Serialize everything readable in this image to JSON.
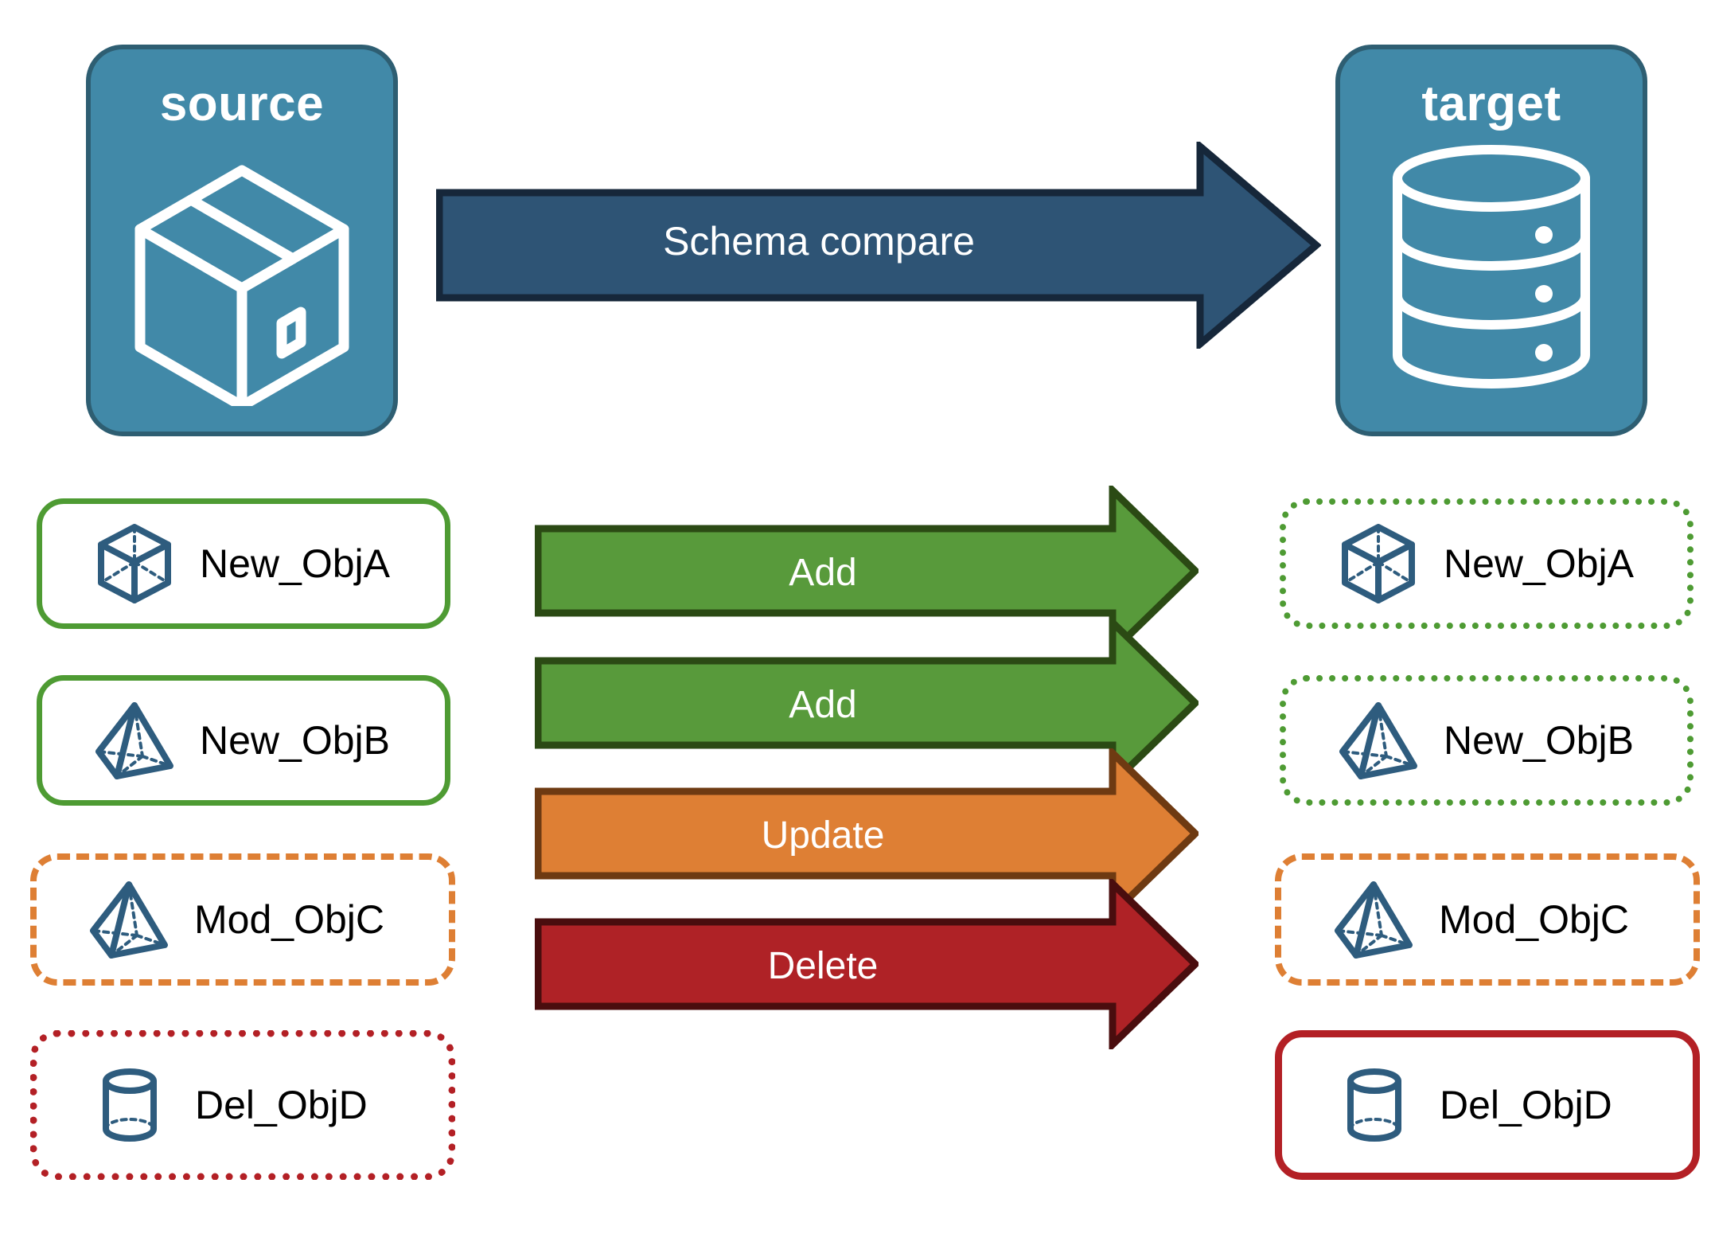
{
  "diagram": {
    "title": "Schema compare",
    "colors": {
      "panel_fill": "#4189A8",
      "panel_stroke": "#2E5E72",
      "schema_arrow_fill": "#2E5475",
      "schema_arrow_stroke": "#16273A",
      "add_fill": "#589A3B",
      "add_stroke": "#2B4A14",
      "update_fill": "#DE7F34",
      "update_stroke": "#6E3A12",
      "delete_fill": "#AF2226",
      "delete_stroke": "#4A0D0E",
      "green": "#4E9B33",
      "orange": "#DE7F34",
      "red": "#B32025",
      "object_icon": "#2E5C7E",
      "label_text": "#000000",
      "arrow_text": "#FFFFFF"
    }
  },
  "endpoints": {
    "source": {
      "label": "source",
      "icon": "package-box-icon"
    },
    "target": {
      "label": "target",
      "icon": "database-cylinder-icon"
    }
  },
  "main_arrow": {
    "label": "Schema compare",
    "name": "schema-compare-arrow"
  },
  "rows": [
    {
      "id": "row-a",
      "source": {
        "label": "New_ObjA",
        "icon": "wireframe-cube-icon",
        "border_style": "solid",
        "border_color": "#4E9B33"
      },
      "action": {
        "label": "Add",
        "fill": "#589A3B",
        "stroke": "#2B4A14"
      },
      "target": {
        "label": "New_ObjA",
        "icon": "wireframe-cube-icon",
        "border_style": "dotted",
        "border_color": "#4E9B33"
      }
    },
    {
      "id": "row-b",
      "source": {
        "label": "New_ObjB",
        "icon": "wireframe-pyramid-icon",
        "border_style": "solid",
        "border_color": "#4E9B33"
      },
      "action": {
        "label": "Add",
        "fill": "#589A3B",
        "stroke": "#2B4A14"
      },
      "target": {
        "label": "New_ObjB",
        "icon": "wireframe-pyramid-icon",
        "border_style": "dotted",
        "border_color": "#4E9B33"
      }
    },
    {
      "id": "row-c",
      "source": {
        "label": "Mod_ObjC",
        "icon": "wireframe-pyramid-icon",
        "border_style": "dashed",
        "border_color": "#DE7F34"
      },
      "action": {
        "label": "Update",
        "fill": "#DE7F34",
        "stroke": "#6E3A12"
      },
      "target": {
        "label": "Mod_ObjC",
        "icon": "wireframe-pyramid-icon",
        "border_style": "dashed",
        "border_color": "#DE7F34"
      }
    },
    {
      "id": "row-d",
      "source": {
        "label": "Del_ObjD",
        "icon": "wireframe-cylinder-icon",
        "border_style": "dotted",
        "border_color": "#B32025"
      },
      "action": {
        "label": "Delete",
        "fill": "#AF2226",
        "stroke": "#4A0D0E"
      },
      "target": {
        "label": "Del_ObjD",
        "icon": "wireframe-cylinder-icon",
        "border_style": "solid",
        "border_color": "#B32025"
      }
    }
  ]
}
